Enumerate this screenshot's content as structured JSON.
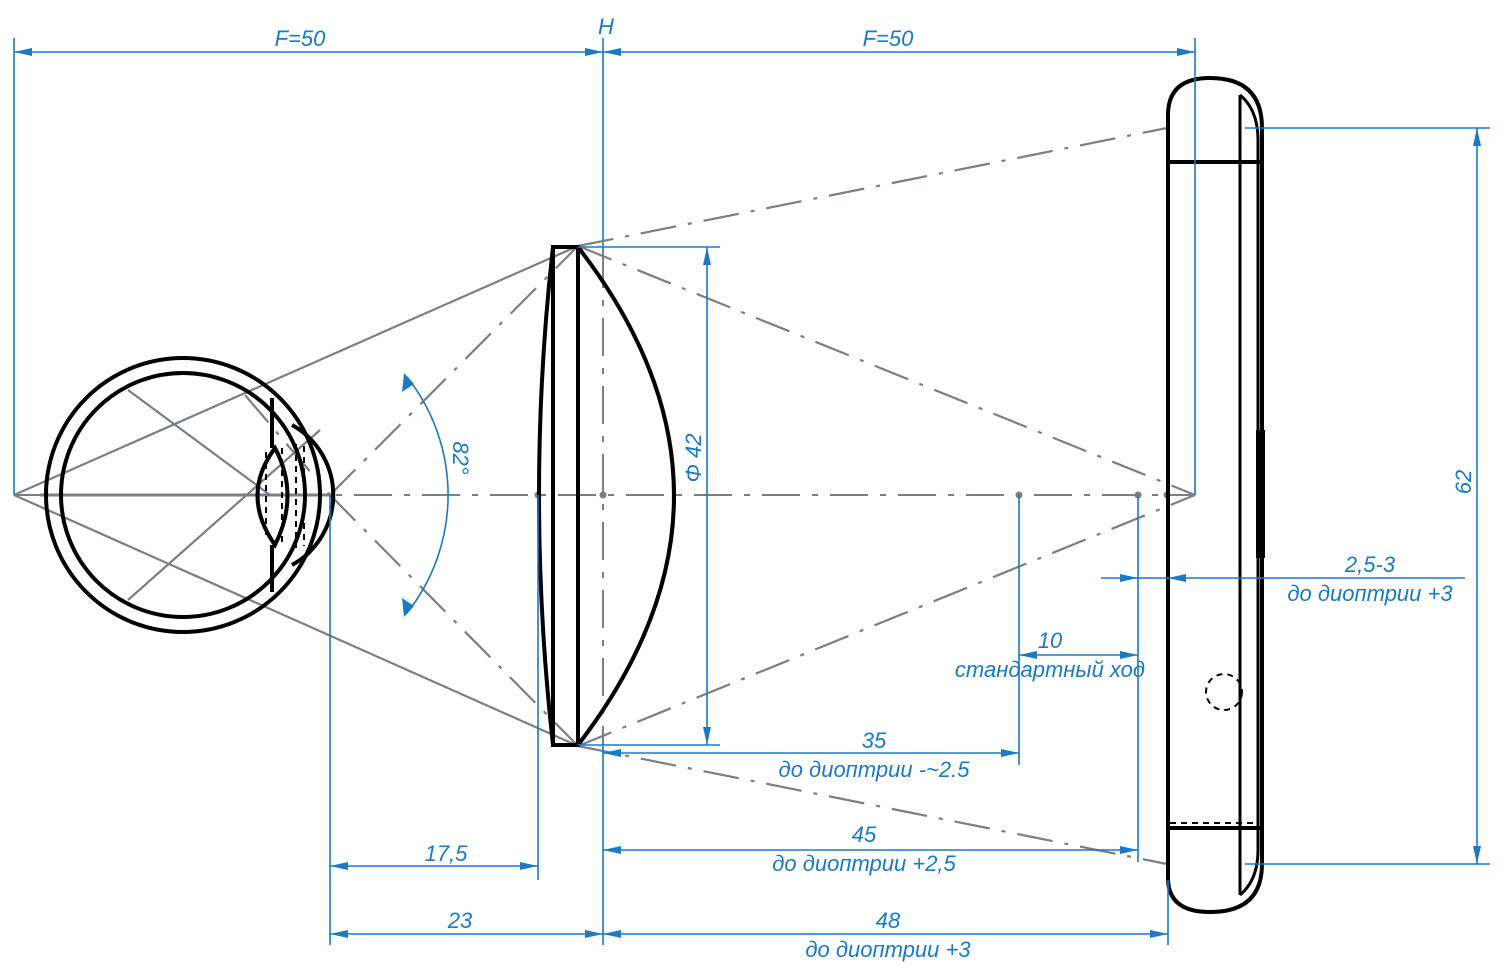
{
  "labels": {
    "principal_plane": "H",
    "focal_left": "F=50",
    "focal_right": "F=50",
    "angle": "82°",
    "lens_diameter": "Φ 42",
    "screen_height": "62",
    "gap_value": "2,5-3",
    "gap_note": "до диоптрии +3",
    "travel_value": "10",
    "travel_note": "стандартный ход",
    "d35_value": "35",
    "d35_note": "до диоптрии -~2.5",
    "d45_value": "45",
    "d45_note": "до диоптрии +2,5",
    "d17_value": "17,5",
    "d23_value": "23",
    "d48_value": "48",
    "d48_note": "до диоптрии +3"
  },
  "colors": {
    "dimension": "#1a7ac4",
    "ray": "#7a7e85",
    "object": "#000000"
  }
}
